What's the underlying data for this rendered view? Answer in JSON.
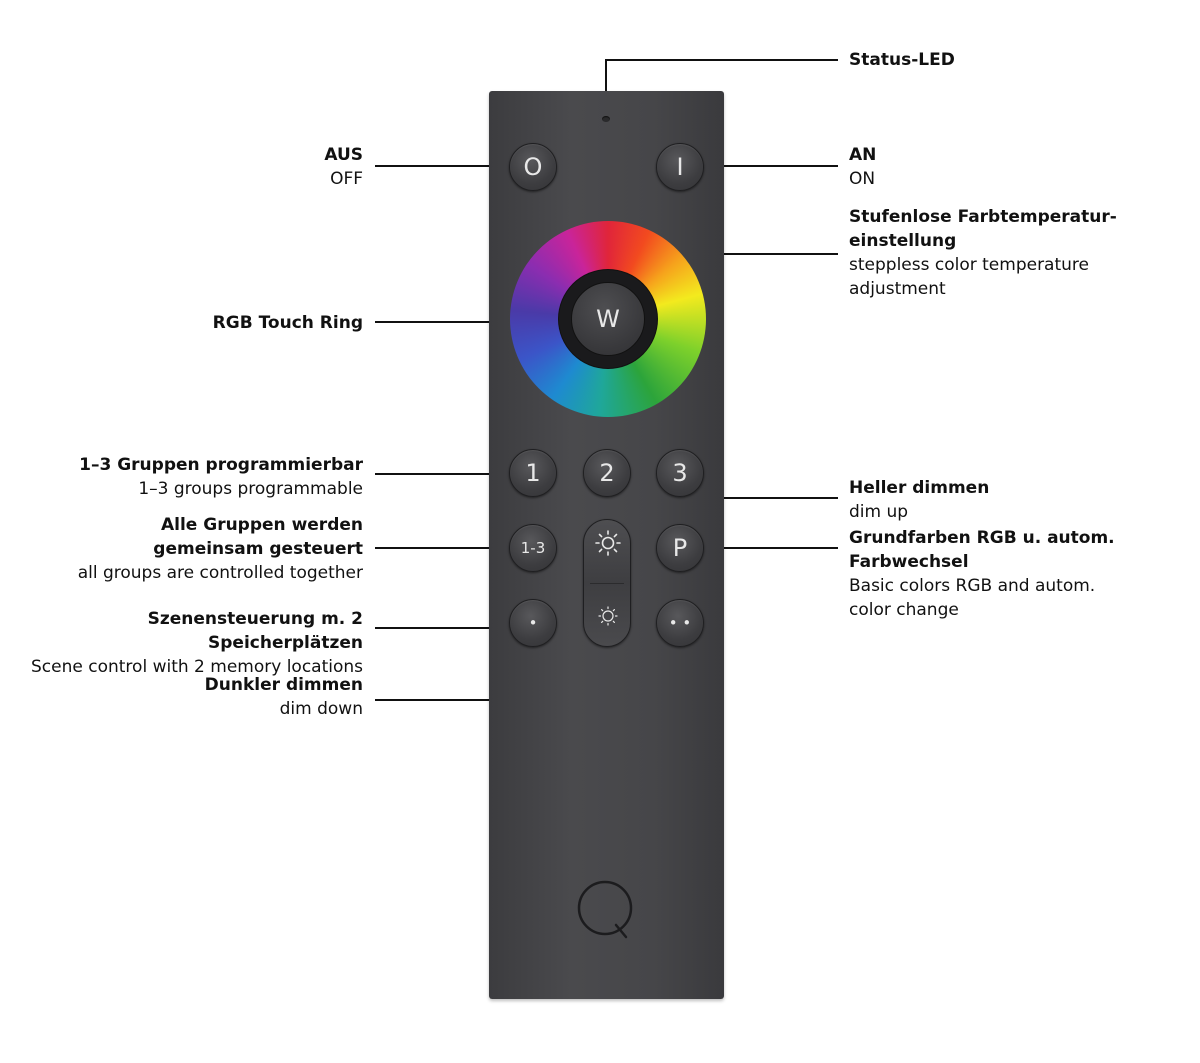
{
  "labels": {
    "status_led": {
      "de": "Status-LED"
    },
    "aus": {
      "de": "AUS",
      "en": "OFF"
    },
    "an": {
      "de": "AN",
      "en": "ON"
    },
    "farbtemperatur": {
      "de_1": "Stufenlose Farbtemperatur-",
      "de_2": "einstellung",
      "en_1": "steppless color temperature",
      "en_2": "adjustment"
    },
    "rgb_ring": {
      "de": "RGB Touch Ring"
    },
    "gruppen": {
      "de": "1–3 Gruppen programmierbar",
      "en": "1–3 groups programmable"
    },
    "alle_gruppen": {
      "de_1": "Alle Gruppen werden",
      "de_2": "gemeinsam gesteuert",
      "en": "all groups are controlled together"
    },
    "szenen": {
      "de": "Szenensteuerung m. 2 Speicherplätzen",
      "en": "Scene control with 2 memory locations"
    },
    "dunkler": {
      "de": "Dunkler dimmen",
      "en": "dim down"
    },
    "heller": {
      "de": "Heller dimmen",
      "en": "dim up"
    },
    "grundfarben": {
      "de_1": "Grundfarben RGB u. autom.",
      "de_2": "Farbwechsel",
      "en_1": "Basic colors RGB and autom.",
      "en_2": "color change"
    }
  },
  "remote": {
    "buttons": {
      "off": "O",
      "on": "I",
      "white": "W",
      "group1": "1",
      "group2": "2",
      "group3": "3",
      "all_groups": "1-3",
      "program": "P",
      "scene1": "•",
      "scene2": "• •"
    },
    "colors": {
      "body": "#464649",
      "button": "#3d3d40",
      "line": "#111111"
    }
  }
}
